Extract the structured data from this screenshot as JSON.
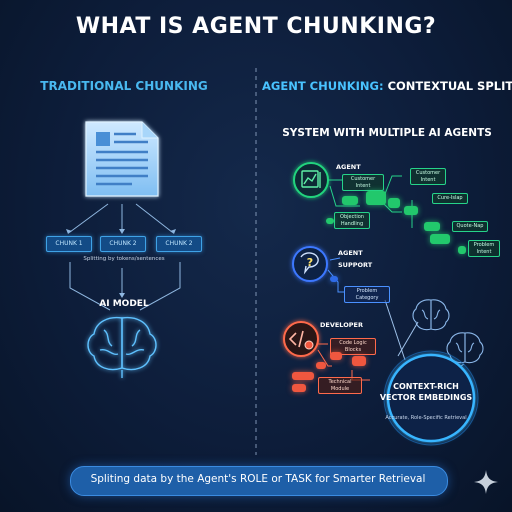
{
  "title": "WHAT IS AGENT CHUNKING?",
  "left": {
    "heading": "TRADITIONAL CHUNKING",
    "chunks": [
      "CHUNK 1",
      "CHUNK 2",
      "CHUNK 2"
    ],
    "split_note": "Splitting by tokens/sentences",
    "model_label": "AI MODEL"
  },
  "right": {
    "heading_part1": "AGENT CHUNKING:",
    "heading_part2": "CONTEXTUAL SPLITTING",
    "system_heading": "SYSTEM WITH MULTIPLE AI AGENTS",
    "agent1": {
      "label": "AGENT",
      "tags": [
        "Customer Intent",
        "Objection Handling"
      ],
      "side_tags": [
        "Customer Intent",
        "Cure-Islap",
        "Quote-Nap",
        "Problem Intent"
      ]
    },
    "agent2": {
      "label_line1": "AGENT",
      "label_line2": "SUPPORT",
      "tags": [
        "Problem Category"
      ]
    },
    "agent3": {
      "label": "DEVELOPER",
      "tags": [
        "Code Logic Blocks",
        "Technical Module"
      ]
    },
    "context": {
      "title": "CONTEXT-RICH VECTOR EMBEDINGS",
      "subtitle": "Accurate, Role-Specific Retrieval"
    }
  },
  "footer": "Spliting data by the Agent's ROLE or TASK for Smarter Retrieval",
  "colors": {
    "background": "#0d1d3a",
    "accent_blue": "#49b8ef",
    "agent_green": "#22c86c",
    "agent_blue": "#2f6be8",
    "agent_orange": "#f0573f",
    "footer_bar": "#1e5fa8"
  },
  "icons": [
    "document-icon",
    "brain-icon",
    "chart-icon",
    "question-icon",
    "code-icon",
    "sparkle-icon"
  ]
}
